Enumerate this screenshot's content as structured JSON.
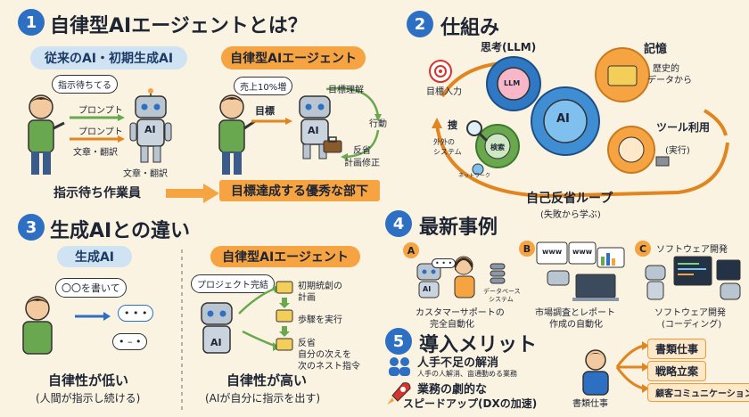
{
  "s1": {
    "num": "1",
    "title": "自律型AIエージェントとは？",
    "left_pill": "従来のAI・初期生成AI",
    "right_pill": "自律型AIエージェント",
    "left_bubble": "指示待ちてる",
    "prompt1": "プロンプト",
    "prompt2": "プロンプト",
    "bunsho": "文章・翻訳",
    "ai_label": "AI",
    "robot_caption": "文章・翻訳",
    "right_bubble": "売上10%増",
    "goal": "目標",
    "loop_understand": "目標理解",
    "loop_act": "行動",
    "loop_reflect1": "反省",
    "loop_reflect2": "計画修正",
    "ai_label2": "AI",
    "bottom_left": "指示待ち作業員",
    "bottom_right": "目標達成する優秀な部下"
  },
  "s2": {
    "num": "2",
    "title": "仕組み",
    "think": "思考(LLM)",
    "llm": "LLM",
    "memory": "記憶",
    "memory_sub1": "歴史的",
    "memory_sub2": "データから",
    "goal_input": "目標入力",
    "ai": "AI",
    "tool": "ツール利用",
    "tool_sub": "(実行)",
    "search": "捜",
    "search_sub1": "外外の",
    "search_sub2": "システム",
    "search_gear": "検索",
    "network": "ネットワーク",
    "loop": "自己反省ループ",
    "loop_sub": "(失敗から学ぶ)"
  },
  "s3": {
    "num": "3",
    "title": "生成AIとの違い",
    "left_pill": "生成AI",
    "right_pill": "自律型AIエージェント",
    "left_bubble": "〇〇を書いて",
    "reply1": "• • •",
    "reply2": "• – •",
    "right_bubble": "プロジェクト完結",
    "ai_label": "AI",
    "step1a": "初期統創の",
    "step1b": "計画",
    "step2": "歩驟を実行",
    "step3a": "反省",
    "step3b": "自分の次えを",
    "step3c": "次のネスト指令",
    "bottom_left": "自律性が低い",
    "bottom_left_sub": "(人間が指示し続ける)",
    "bottom_right": "自律性が高い",
    "bottom_right_sub": "(AIが自分に指示を出す)"
  },
  "s4": {
    "num": "4",
    "title": "最新事例",
    "a_tag": "A",
    "a_ai": "AI",
    "a_db1": "データベース",
    "a_db2": "システム",
    "a_cap1": "カスタマーサポートの",
    "a_cap2": "完全自動化",
    "b_tag": "B",
    "b_www1": "www",
    "b_www2": "www",
    "b_cap1": "市場調査とレポート",
    "b_cap2": "作成の自動化",
    "c_tag": "C",
    "c_top": "ソフトウェア開発",
    "c_cap1": "ソフトウェア開発",
    "c_cap2": "(コーディング)"
  },
  "s5": {
    "num": "5",
    "title": "導入メリット",
    "m1": "人手不足の解消",
    "m1_sub": "人手の人解消、亩通動める業務",
    "m2a": "業務の劇的な",
    "m2b": "スピードアップ(DXの加速)",
    "person": "書類仕事",
    "out1": "書類仕事",
    "out2": "戦略立案",
    "out3": "顧客コミュニケーション"
  },
  "colors": {
    "blue": "#2d6fc2",
    "orange": "#f6a342",
    "cream": "#fbf3e1"
  }
}
